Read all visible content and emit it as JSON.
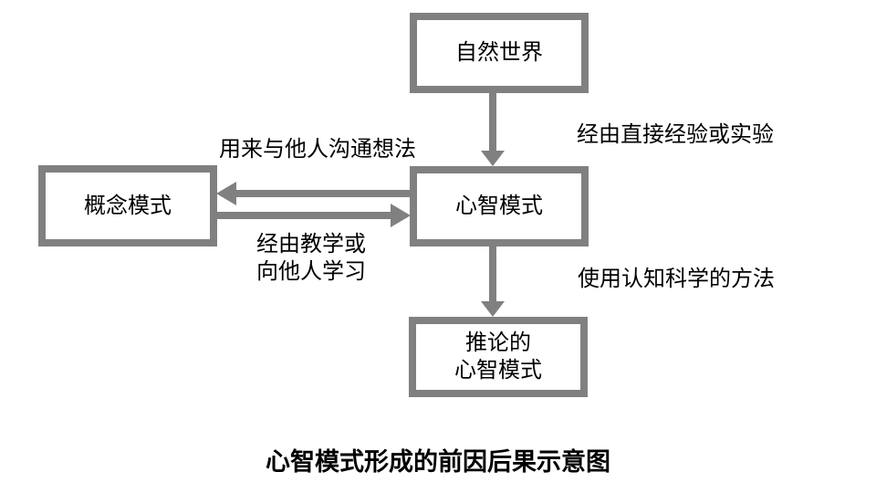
{
  "title": "心智模式形成的前因后果示意图",
  "colors": {
    "shape": "#808080",
    "text": "#000000",
    "background": "#ffffff"
  },
  "nodes": {
    "natural_world": {
      "label": "自然世界"
    },
    "conceptual_model": {
      "label": "概念模式"
    },
    "mental_model": {
      "label": "心智模式"
    },
    "inferred_mental_model": {
      "label_line1": "推论的",
      "label_line2": "心智模式"
    }
  },
  "edges": {
    "natural_to_mental": {
      "label": "经由直接经验或实验",
      "direction": "down"
    },
    "mental_to_conceptual": {
      "label": "用来与他人沟通想法",
      "direction": "left"
    },
    "conceptual_to_mental": {
      "label_line1": "经由教学或",
      "label_line2": "向他人学习",
      "direction": "right"
    },
    "mental_to_inferred": {
      "label": "使用认知科学的方法",
      "direction": "down"
    }
  }
}
